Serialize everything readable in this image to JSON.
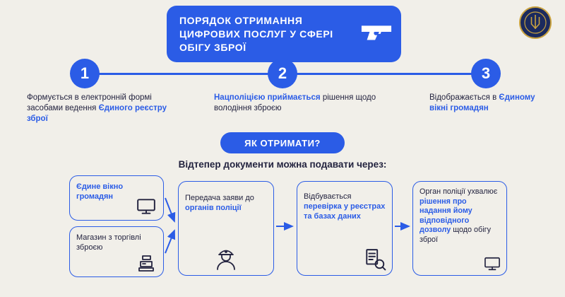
{
  "title": {
    "line1": "ПОРЯДОК ОТРИМАННЯ",
    "line2": "ЦИФРОВИХ ПОСЛУГ У СФЕРІ",
    "line3": "ОБІГУ ЗБРОЇ"
  },
  "steps": [
    {
      "number": "1",
      "text_plain": "Формується в електронній формі засобами ведення",
      "text_accent": "Єдиного реєстру зброї"
    },
    {
      "number": "2",
      "text_accent": "Нацполіцією приймається",
      "text_plain": "рішення щодо володіння зброєю"
    },
    {
      "number": "3",
      "text_plain": "Відображається в",
      "text_accent": "Єдиному вікні громадян"
    }
  ],
  "cta_label": "ЯК ОТРИМАТИ?",
  "subtitle": "Відтепер документи можна подавати через:",
  "flow": {
    "source1": "Єдине вікно громадян",
    "source2": "Магазин з торгівлі зброєю",
    "step1_plain": "Передача заяви до",
    "step1_accent": "органів поліції",
    "step2_plain": "Відбувається",
    "step2_accent": "перевірка у реєстрах та базах даних",
    "step3_plain1": "Орган поліції ухвалює",
    "step3_accent": "рішення про надання йому відповідного дозволу",
    "step3_plain2": "щодо обігу зброї"
  },
  "icons": {
    "title": "pistol-icon",
    "logo": "police-badge",
    "source1": "computer-monitor-icon",
    "source2": "cash-register-icon",
    "step1": "policeman-icon",
    "step2": "registry-search-icon",
    "step3": "computer-monitor-icon"
  },
  "colors": {
    "accent_blue": "#2b5ce6",
    "background": "#f1efe9",
    "dark_text": "#23233f",
    "badge_navy": "#1b2a5e",
    "badge_gold": "#c9a23f",
    "white": "#ffffff"
  }
}
